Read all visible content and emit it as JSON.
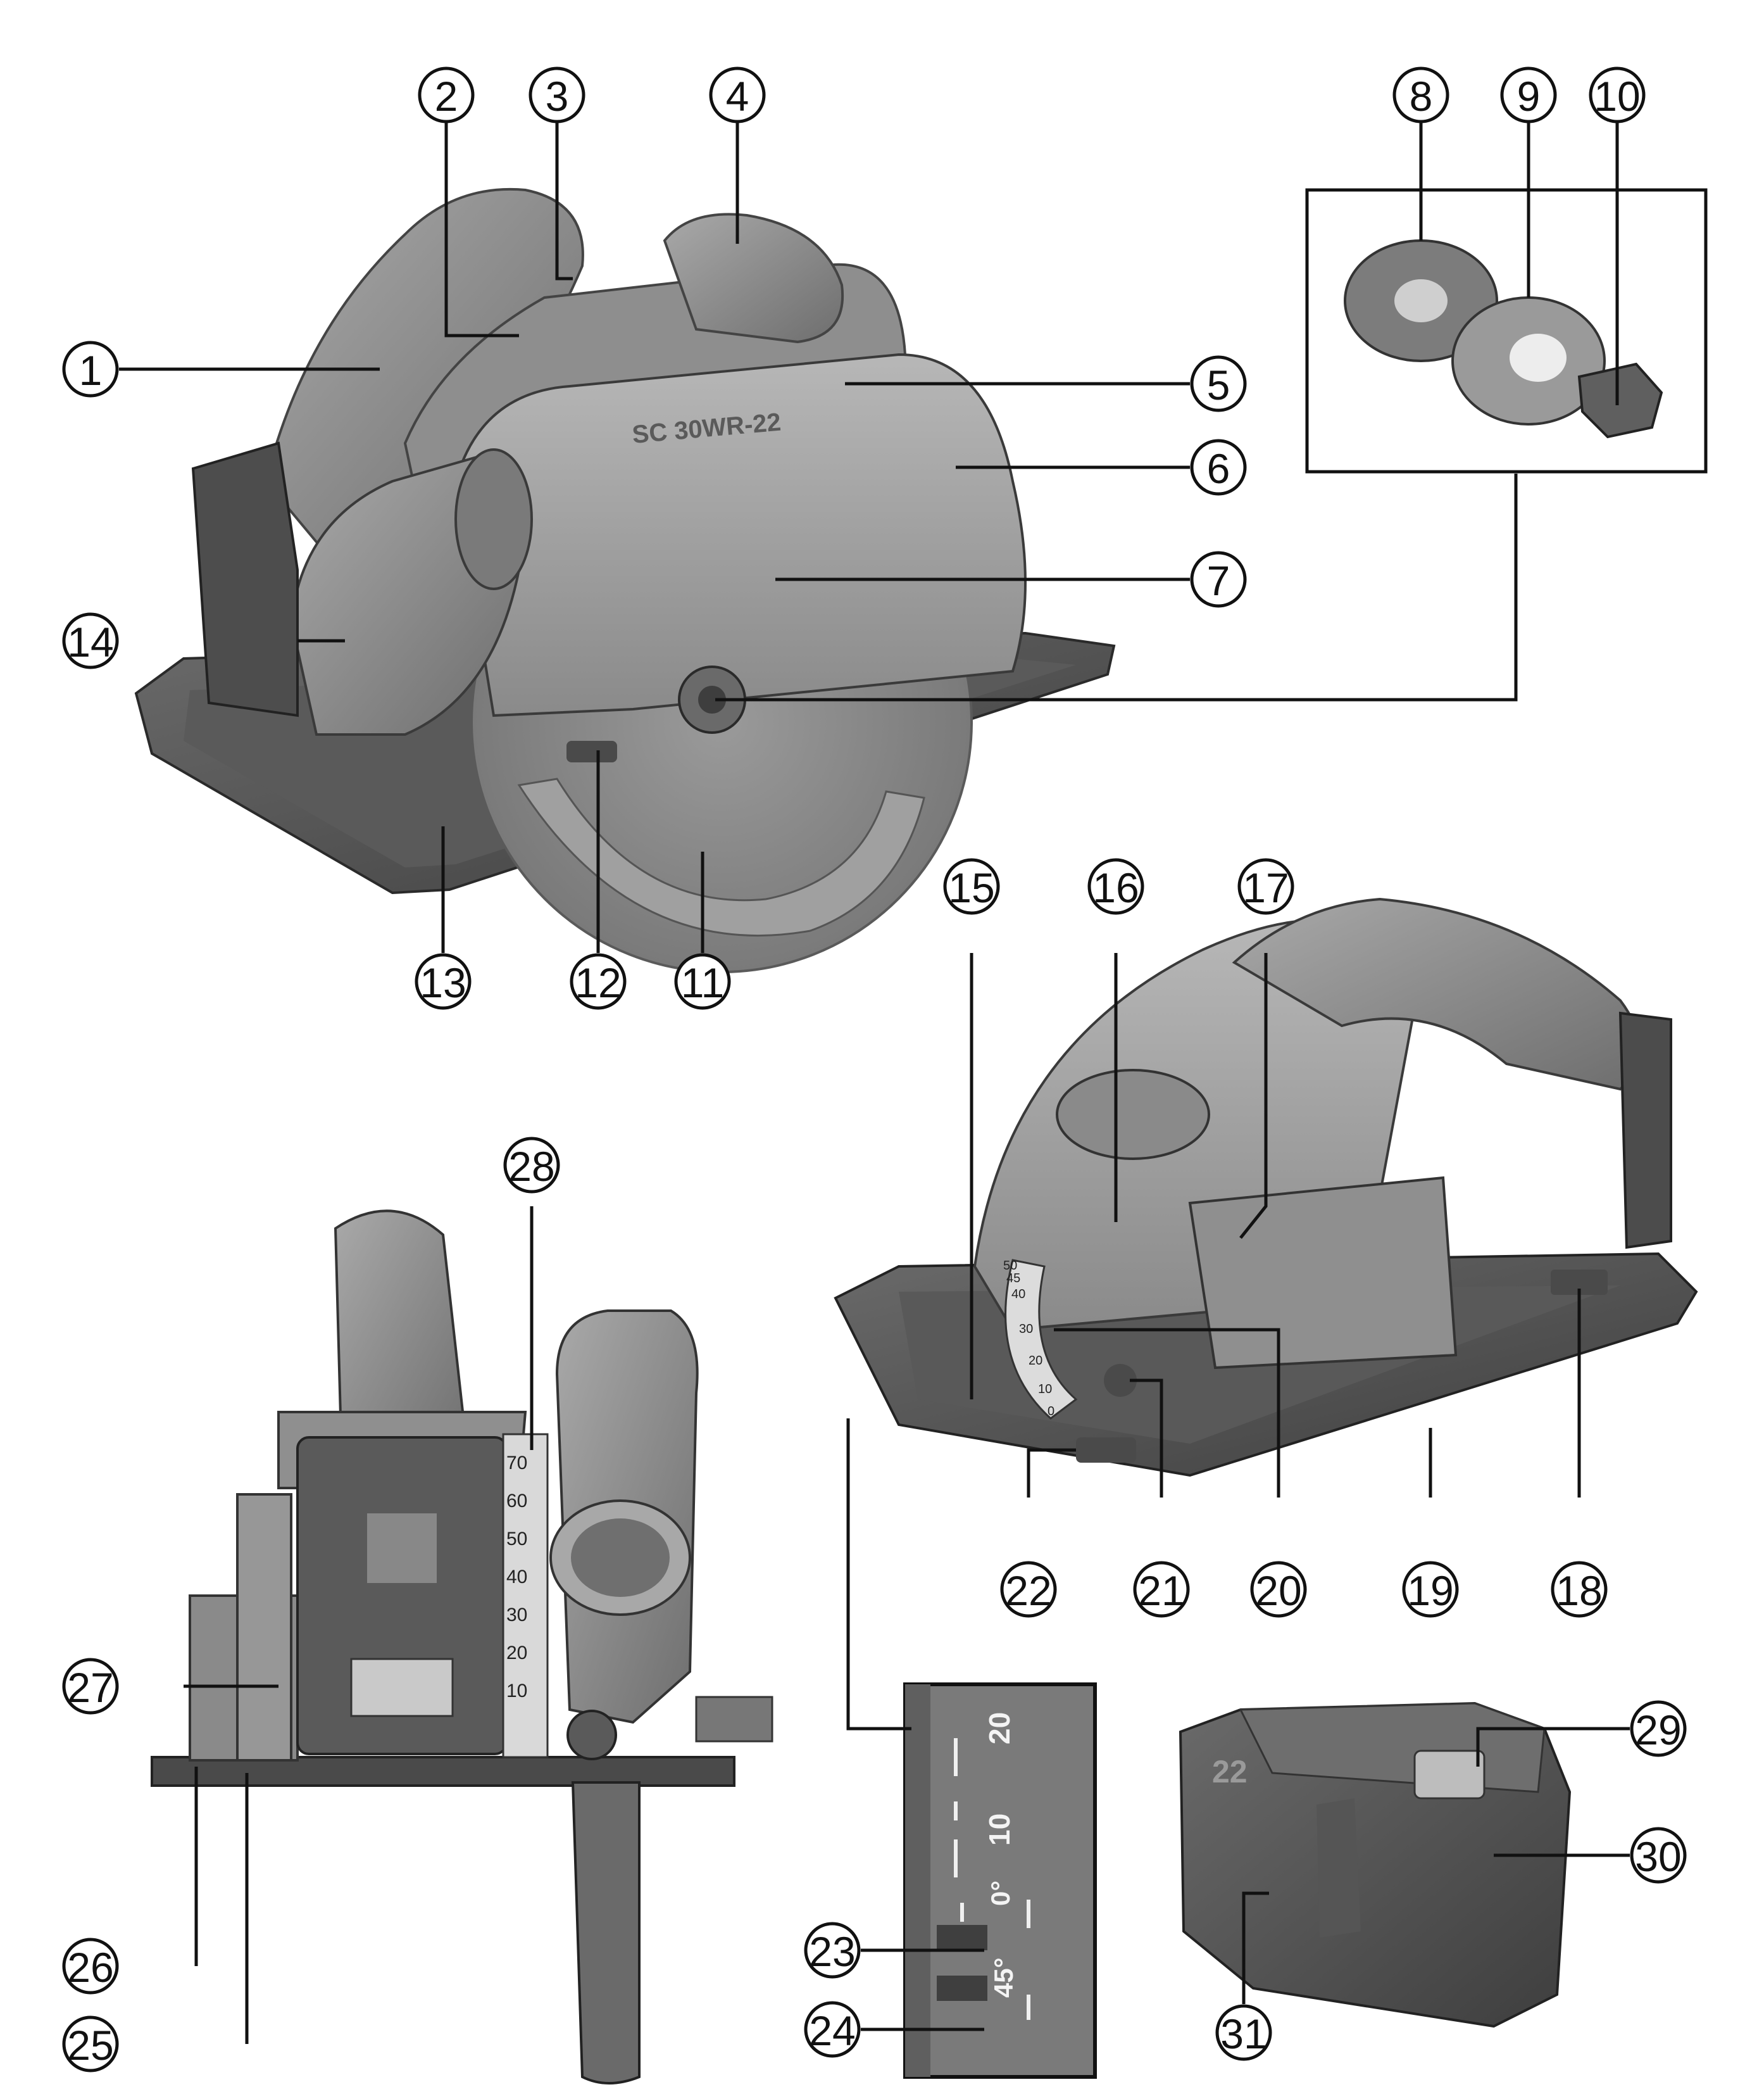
{
  "model_label": "SC 30WR-22",
  "callouts": [
    {
      "n": "1"
    },
    {
      "n": "2"
    },
    {
      "n": "3"
    },
    {
      "n": "4"
    },
    {
      "n": "5"
    },
    {
      "n": "6"
    },
    {
      "n": "7"
    },
    {
      "n": "8"
    },
    {
      "n": "9"
    },
    {
      "n": "10"
    },
    {
      "n": "11"
    },
    {
      "n": "12"
    },
    {
      "n": "13"
    },
    {
      "n": "14"
    },
    {
      "n": "15"
    },
    {
      "n": "16"
    },
    {
      "n": "17"
    },
    {
      "n": "18"
    },
    {
      "n": "19"
    },
    {
      "n": "20"
    },
    {
      "n": "21"
    },
    {
      "n": "22"
    },
    {
      "n": "23"
    },
    {
      "n": "24"
    },
    {
      "n": "25"
    },
    {
      "n": "26"
    },
    {
      "n": "27"
    },
    {
      "n": "28"
    },
    {
      "n": "29"
    },
    {
      "n": "30"
    },
    {
      "n": "31"
    }
  ],
  "bevel_scale_front": [
    "70",
    "60",
    "50",
    "40",
    "30",
    "20",
    "10"
  ],
  "bevel_scale_side": [
    "50",
    "45",
    "40",
    "30",
    "20",
    "10",
    "0"
  ],
  "detail_scale": {
    "tick_labels": [
      "20",
      "10",
      "0°",
      "45°"
    ]
  },
  "battery_label": "22",
  "colors": {
    "body": "#8c8c8c",
    "dark": "#4a4a4a",
    "light": "#b8b8b8",
    "line": "#111111"
  }
}
